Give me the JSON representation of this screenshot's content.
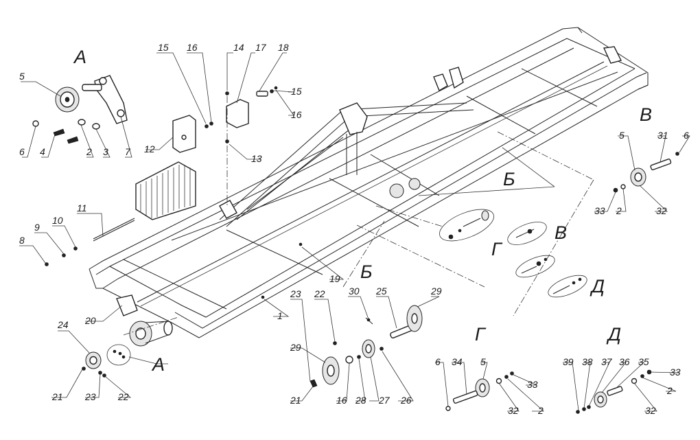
{
  "view_letters": {
    "a_top": "А",
    "a_bottom": "А",
    "b_mid": "Б",
    "b_detail": "Б",
    "v_right": "В",
    "v_detail": "В",
    "g_mid": "Г",
    "g_detail": "Г",
    "d_mid": "Д",
    "d_detail": "Д"
  },
  "callouts": {
    "c1": "1",
    "c2a": "2",
    "c2b": "2",
    "c2c": "2",
    "c2d": "2",
    "c3": "3",
    "c4": "4",
    "c5a": "5",
    "c5b": "5",
    "c5c": "5",
    "c6a": "6",
    "c6b": "6",
    "c6c": "6",
    "c7": "7",
    "c8": "8",
    "c9": "9",
    "c10": "10",
    "c11": "11",
    "c12": "12",
    "c13": "13",
    "c14": "14",
    "c15a": "15",
    "c15b": "15",
    "c16a": "16",
    "c16b": "16",
    "c16c": "16",
    "c17": "17",
    "c18": "18",
    "c19": "19",
    "c20": "20",
    "c21a": "21",
    "c21b": "21",
    "c22a": "22",
    "c22b": "22",
    "c23a": "23",
    "c23b": "23",
    "c24": "24",
    "c25": "25",
    "c26": "26",
    "c27": "27",
    "c28": "28",
    "c29a": "29",
    "c29b": "29",
    "c30": "30",
    "c31": "31",
    "c32a": "32",
    "c32b": "32",
    "c32c": "32",
    "c33a": "33",
    "c33b": "33",
    "c33c": "33",
    "c34": "34",
    "c35": "35",
    "c36": "36",
    "c37": "37",
    "c38": "38",
    "c39": "39"
  }
}
